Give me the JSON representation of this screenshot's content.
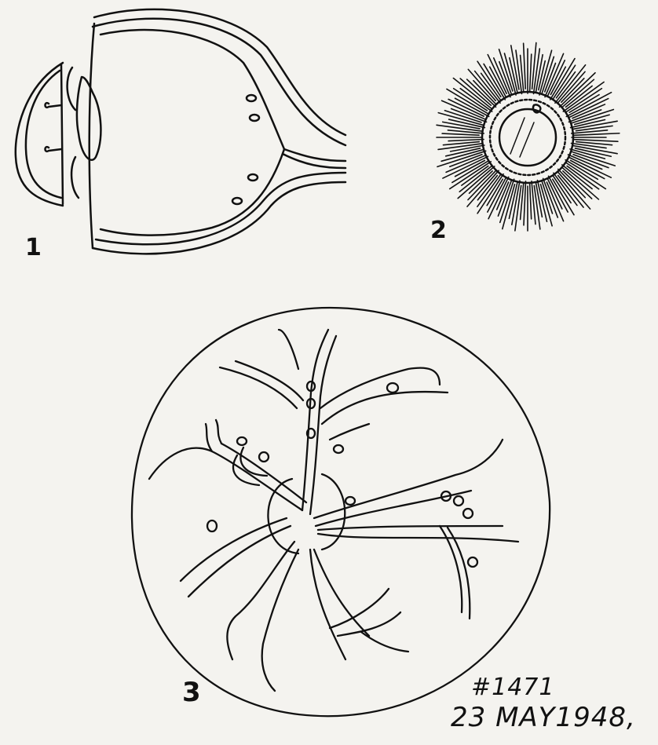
{
  "figures": [
    {
      "label": "1"
    },
    {
      "label": "2"
    },
    {
      "label": "3"
    }
  ],
  "annotation": {
    "number": "#1471",
    "date": "23 MAY1948,"
  }
}
